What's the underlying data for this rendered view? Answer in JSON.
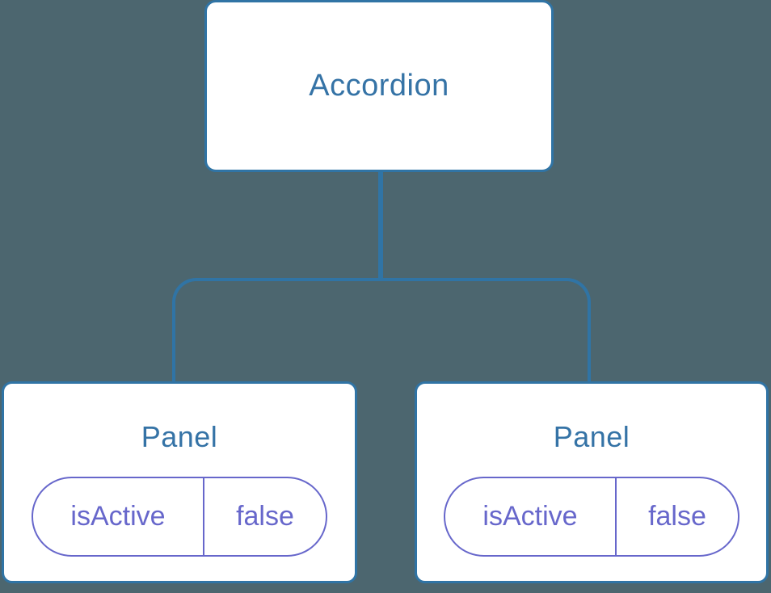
{
  "diagram": {
    "type": "component-tree",
    "root": {
      "label": "Accordion"
    },
    "panels": [
      {
        "title": "Panel",
        "state_pill": {
          "key": "isActive",
          "value": "false"
        }
      },
      {
        "title": "Panel",
        "state_pill": {
          "key": "isActive",
          "value": "false"
        }
      }
    ],
    "colors": {
      "background": "#4C666F",
      "node_fill": "#FFFFFF",
      "node_border": "#3074A5",
      "node_text": "#3573A6",
      "connector": "#3074A5",
      "state_accent": "#6767CB"
    }
  }
}
